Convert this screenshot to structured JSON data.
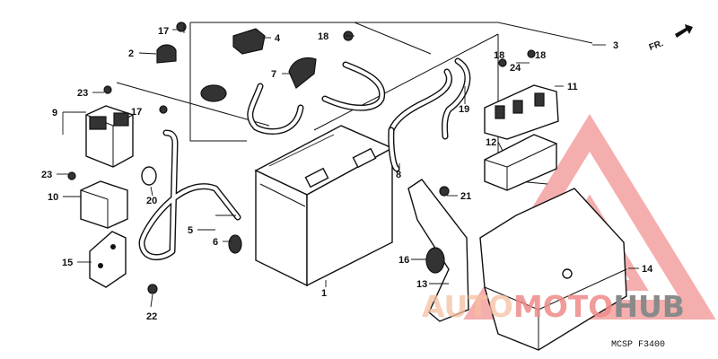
{
  "diagram": {
    "part_numbers": [
      "1",
      "2",
      "3",
      "4",
      "5",
      "6",
      "7",
      "8",
      "9",
      "10",
      "11",
      "12",
      "13",
      "14",
      "15",
      "16",
      "17",
      "17",
      "18",
      "18",
      "18",
      "19",
      "20",
      "21",
      "22",
      "23",
      "23",
      "24"
    ],
    "forward_label": "FR.",
    "drawing_code": "MCSP F3400",
    "watermark": {
      "part1": "AUTO",
      "part2": "MOTO",
      "part3": "HUB",
      "color_primary": "#f08a8a",
      "color_secondary": "#8a8a8a"
    }
  }
}
